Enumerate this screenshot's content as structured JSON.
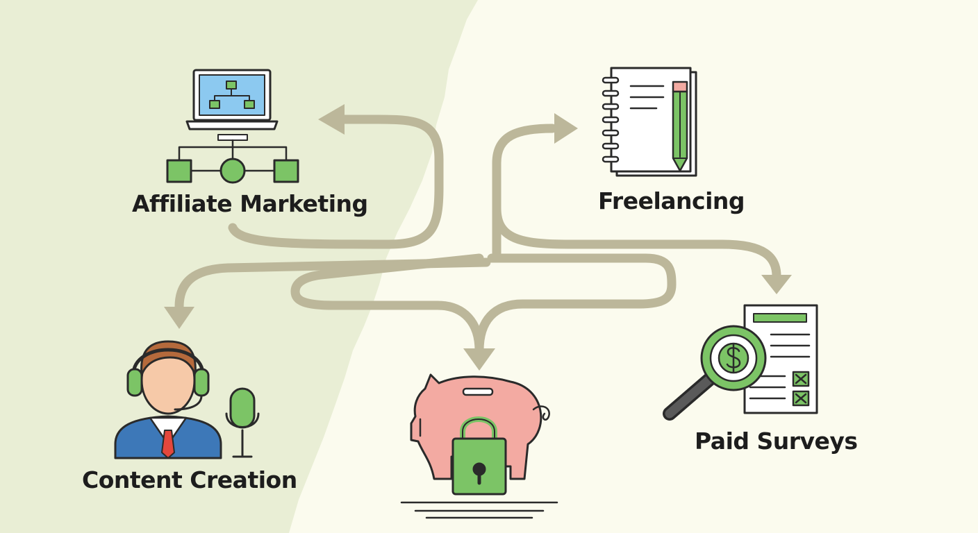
{
  "nodes": {
    "affiliate_marketing": {
      "label": "Affiliate Marketing",
      "icon": "laptop-network-icon"
    },
    "freelancing": {
      "label": "Freelancing",
      "icon": "notebook-pencil-icon"
    },
    "content_creation": {
      "label": "Content Creation",
      "icon": "headset-person-microphone-icon"
    },
    "paid_surveys": {
      "label": "Paid Surveys",
      "icon": "magnifier-dollar-checklist-icon"
    },
    "savings": {
      "label": "",
      "icon": "piggy-bank-lock-icon"
    }
  },
  "colors": {
    "background": "#fbfbee",
    "panel": "#e9eed5",
    "arrow": "#bcb79a",
    "accent_green": "#7cc466",
    "outline": "#2a2a2a",
    "piggy_pink": "#f3aaa2",
    "screen_blue": "#8cc9f0",
    "suit_blue": "#3d78b8",
    "tie_red": "#e3473c"
  }
}
